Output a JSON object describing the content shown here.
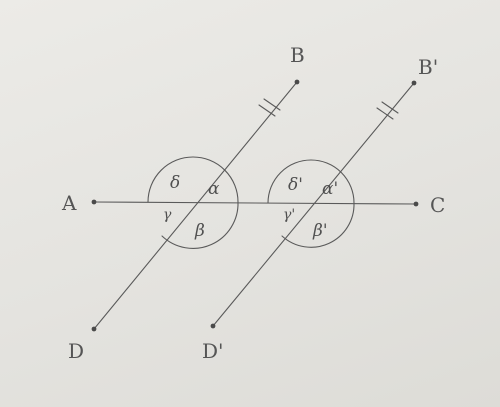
{
  "points": {
    "A": "A",
    "B": "B",
    "C": "C",
    "D": "D",
    "B_prime": "B'",
    "D_prime": "D'"
  },
  "angles_left": {
    "top_left": "δ",
    "top_right": "α",
    "bottom_left": "γ",
    "bottom_right": "β"
  },
  "angles_right": {
    "top_left": "δ'",
    "top_right": "α'",
    "bottom_left": "γ'",
    "bottom_right": "β'"
  }
}
